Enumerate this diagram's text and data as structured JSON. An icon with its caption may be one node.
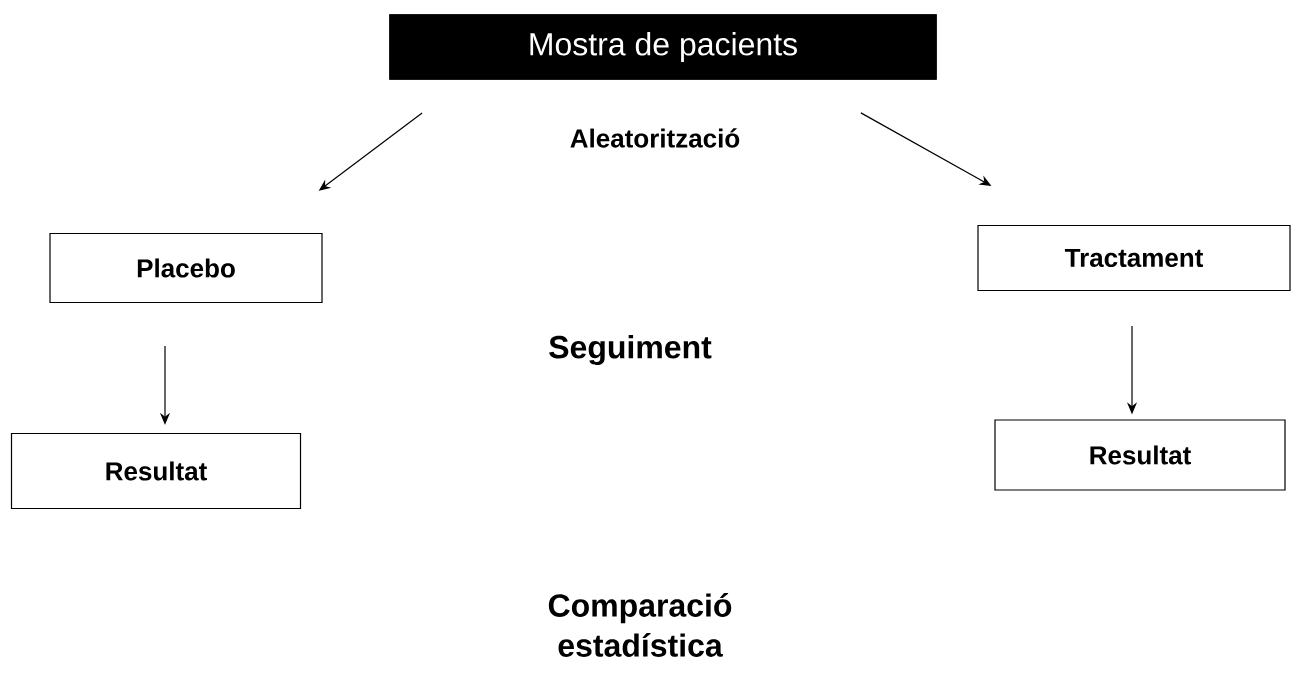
{
  "diagram": {
    "nodes": [
      {
        "text": [
          "Mostra de pacients"
        ]
      },
      {
        "text": [
          "Placebo"
        ]
      },
      {
        "text": [
          "Tractament"
        ]
      },
      {
        "text": [
          "Resultat"
        ]
      },
      {
        "text": [
          "Resultat"
        ]
      }
    ],
    "edges": [
      {
        "from": 0,
        "to": 1,
        "arrow": "to"
      },
      {
        "from": 0,
        "to": 2,
        "arrow": "to"
      },
      {
        "from": 1,
        "to": 3,
        "arrow": "to"
      },
      {
        "from": 2,
        "to": 4,
        "arrow": "to"
      }
    ],
    "labels": [
      "Aleatorització",
      "Seguiment",
      "Comparació estadística"
    ]
  }
}
